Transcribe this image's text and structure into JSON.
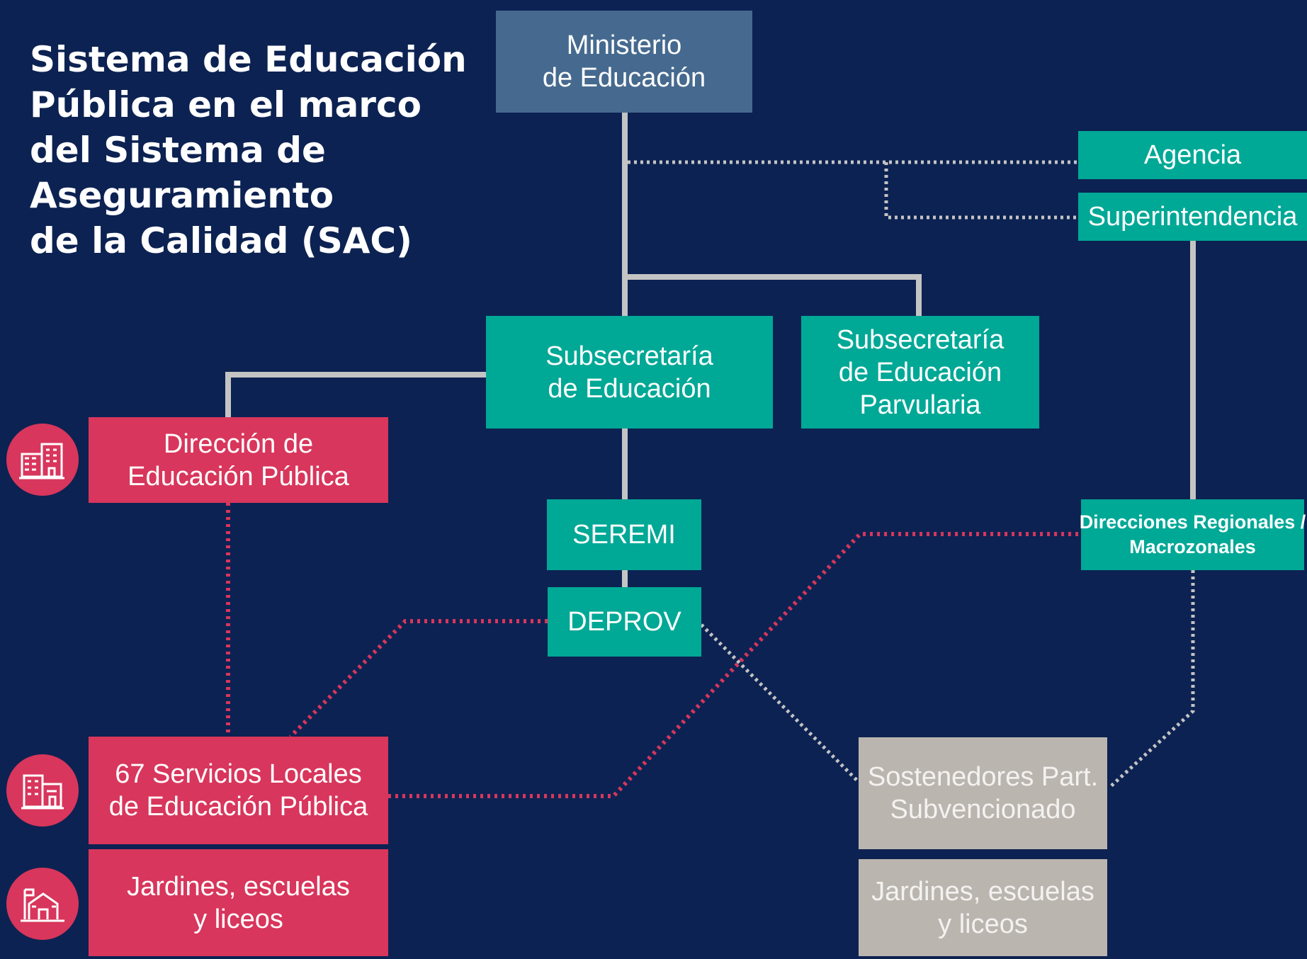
{
  "title_lines": [
    "Sistema de Educación",
    "Pública en el marco",
    "del Sistema de",
    "Aseguramiento",
    "de la Calidad (SAC)"
  ],
  "nodes": {
    "ministerio": [
      "Ministerio",
      "de Educación"
    ],
    "agencia": [
      "Agencia"
    ],
    "superintendencia": [
      "Superintendencia"
    ],
    "subsecretaria_educacion": [
      "Subsecretaría",
      "de Educación"
    ],
    "subsecretaria_parvularia": [
      "Subsecretaría",
      "de Educación",
      "Parvularia"
    ],
    "direccion_educacion_publica": [
      "Dirección de",
      "Educación Pública"
    ],
    "seremi": [
      "SEREMI"
    ],
    "deprov": [
      "DEPROV"
    ],
    "direcciones_regionales": [
      "Direcciones Regionales /",
      "Macrozonales"
    ],
    "servicios_locales": [
      "67 Servicios Locales",
      "de Educación Pública"
    ],
    "jardines_publicos": [
      "Jardines, escuelas",
      "y liceos"
    ],
    "sostenedores": [
      "Sostenedores Part.",
      "Subvencionado"
    ],
    "jardines_subvencionados": [
      "Jardines, escuelas",
      "y liceos"
    ]
  },
  "icons": [
    "building-icon",
    "office-building-icon",
    "school-icon"
  ],
  "colors": {
    "background": "#0c2252",
    "navy_box": "#466a8f",
    "teal_box": "#00a896",
    "red_box": "#d8365c",
    "gray_box": "#bbb5af",
    "solid_line": "#c4c4c4",
    "dotted_line_gray": "#c4c4c4",
    "dotted_line_red": "#d8365c"
  }
}
